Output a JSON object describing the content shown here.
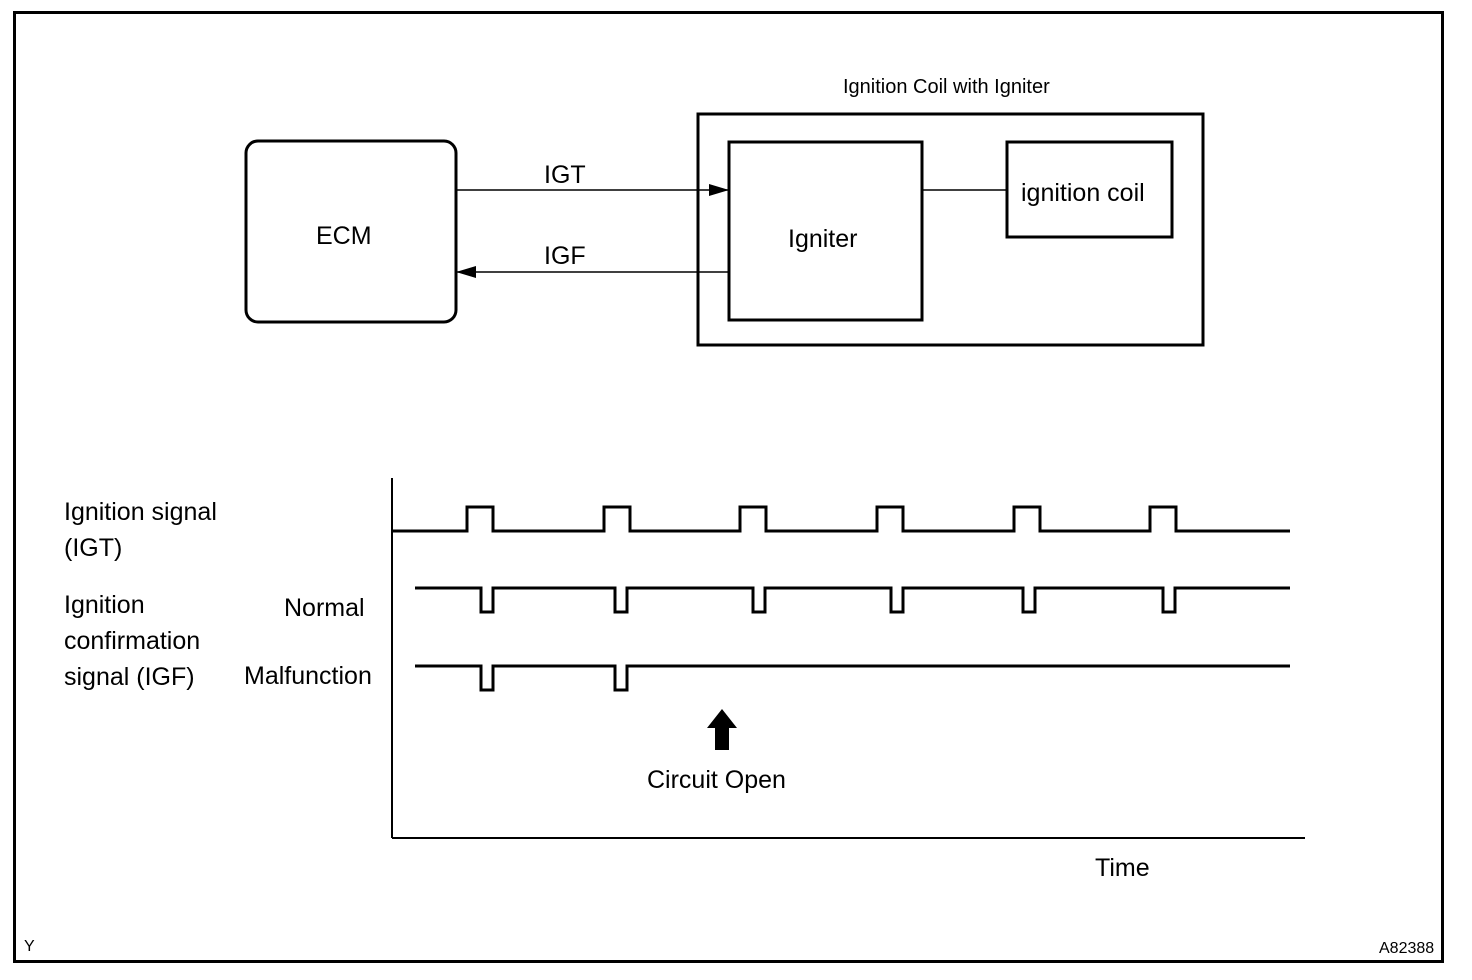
{
  "block_diagram": {
    "ecm_label": "ECM",
    "module_title": "Ignition Coil with Igniter",
    "igniter_label": "Igniter",
    "coil_label": "ignition coil",
    "igt_label": "IGT",
    "igf_label": "IGF"
  },
  "timing_chart": {
    "igt_row_label_line1": "Ignition signal",
    "igt_row_label_line2": "(IGT)",
    "igf_row_label_line1": "Ignition",
    "igf_row_label_line2": "confirmation",
    "igf_row_label_line3": "signal (IGF)",
    "normal_label": "Normal",
    "malfunction_label": "Malfunction",
    "event_label": "Circuit Open",
    "x_axis_label": "Time",
    "igt_pulse_count": 6,
    "igf_normal_pulse_count": 6,
    "igf_malfunction_pulse_count": 2
  },
  "footer": {
    "corner_left": "Y",
    "figure_code": "A82388"
  }
}
